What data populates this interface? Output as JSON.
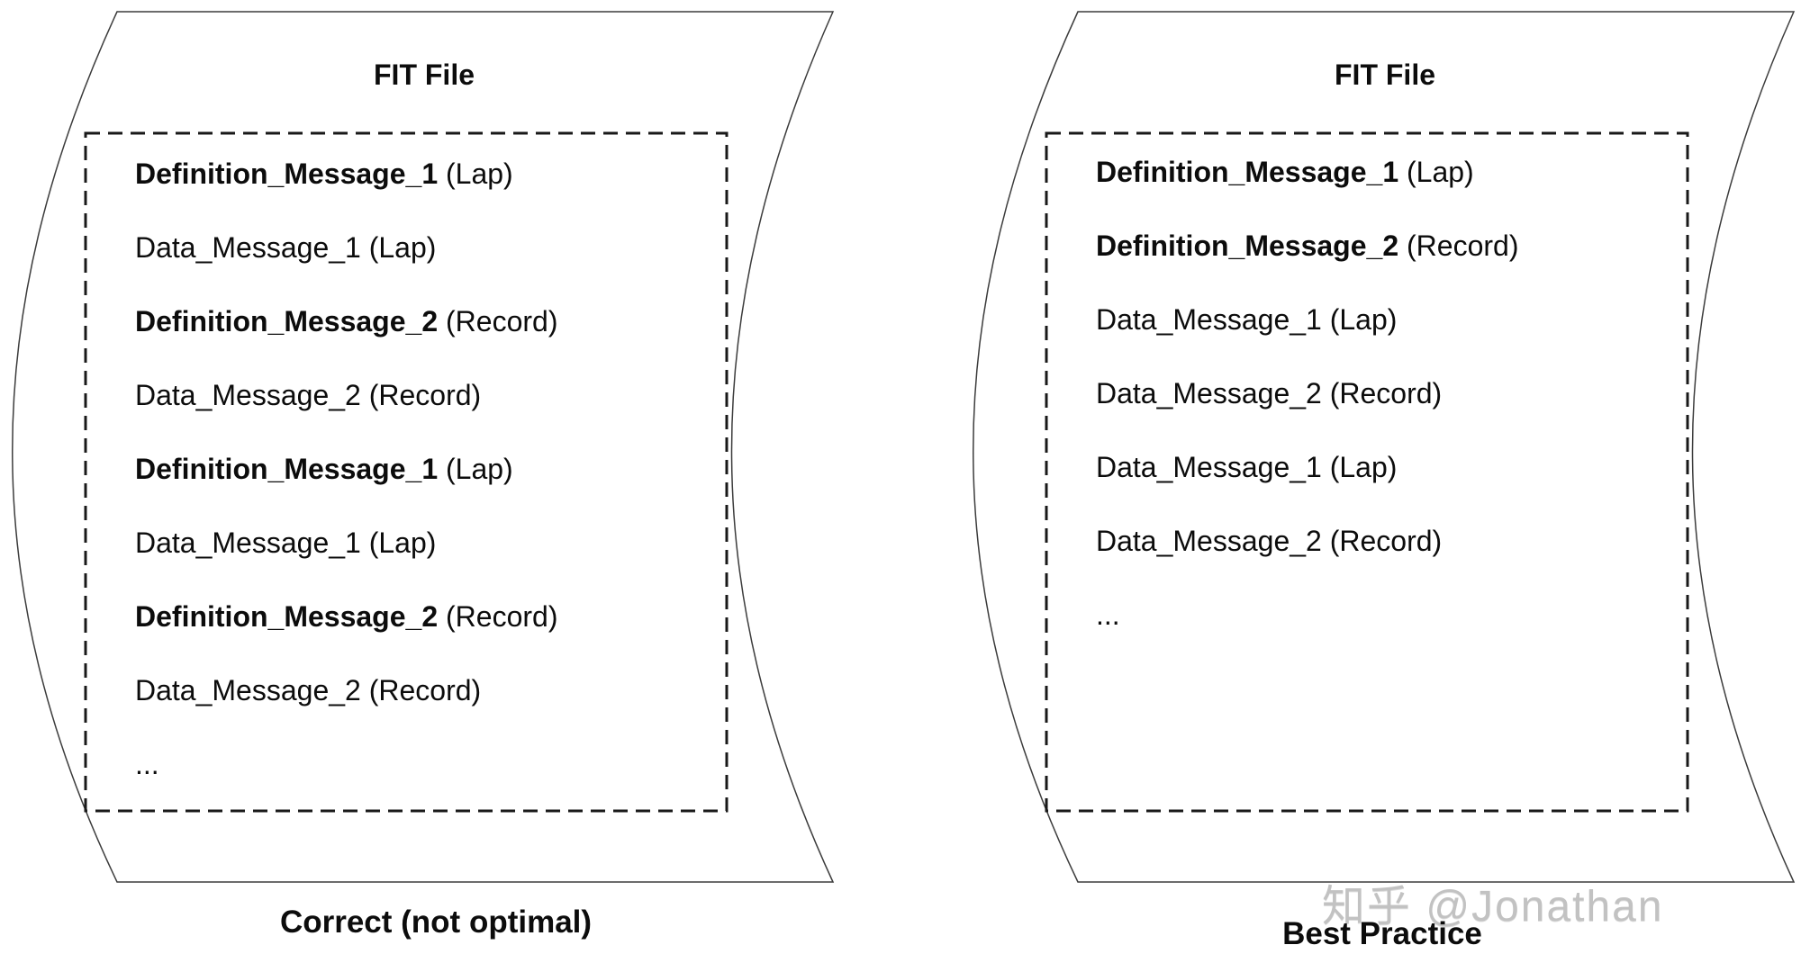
{
  "colors": {
    "background": "#ffffff",
    "outline": "#3c3c3c",
    "dashed_border": "#191919",
    "text": "#0c0c0c",
    "watermark": "#c2c2c2"
  },
  "watermark": {
    "text": "知乎 @Jonathan"
  },
  "panels": [
    {
      "title": "FIT File",
      "caption": "Correct (not optimal)",
      "lines": [
        {
          "strong": "Definition_Message_1",
          "normal": " (Lap)"
        },
        {
          "strong": "",
          "normal": "Data_Message_1 (Lap)"
        },
        {
          "strong": "Definition_Message_2",
          "normal": " (Record)"
        },
        {
          "strong": "",
          "normal": "Data_Message_2 (Record)"
        },
        {
          "strong": "Definition_Message_1",
          "normal": " (Lap)"
        },
        {
          "strong": "",
          "normal": "Data_Message_1 (Lap)"
        },
        {
          "strong": "Definition_Message_2",
          "normal": " (Record)"
        },
        {
          "strong": "",
          "normal": "Data_Message_2 (Record)"
        },
        {
          "strong": "",
          "normal": "..."
        }
      ]
    },
    {
      "title": "FIT File",
      "caption": "Best Practice",
      "lines": [
        {
          "strong": "Definition_Message_1",
          "normal": " (Lap)"
        },
        {
          "strong": "Definition_Message_2",
          "normal": " (Record)"
        },
        {
          "strong": "",
          "normal": "Data_Message_1 (Lap)"
        },
        {
          "strong": "",
          "normal": "Data_Message_2 (Record)"
        },
        {
          "strong": "",
          "normal": "Data_Message_1 (Lap)"
        },
        {
          "strong": "",
          "normal": "Data_Message_2 (Record)"
        },
        {
          "strong": "",
          "normal": "..."
        }
      ]
    }
  ]
}
